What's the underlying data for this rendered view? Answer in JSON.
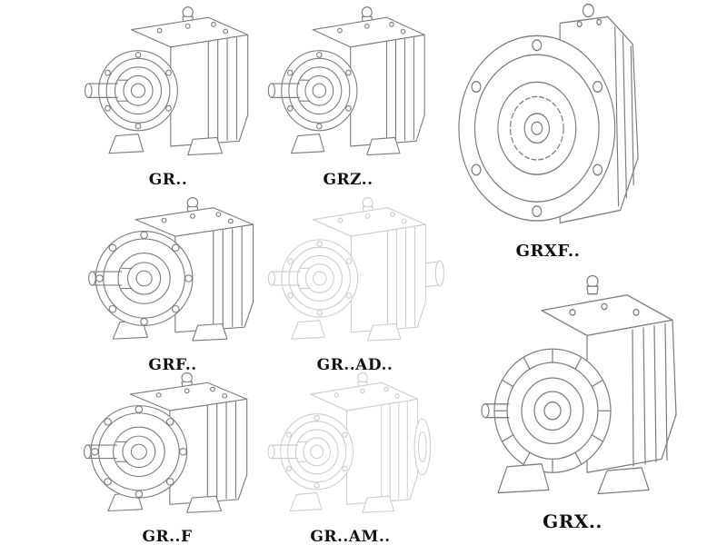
{
  "page": {
    "background_color": "#ffffff",
    "line_color": "#7d7d7d",
    "label_color": "#111111"
  },
  "items": [
    {
      "id": "gr",
      "label": "GR..",
      "variant": "solid",
      "mount": "foot-mounted helical gear unit"
    },
    {
      "id": "grz",
      "label": "GRZ..",
      "variant": "solid",
      "mount": "foot-mounted helical gear unit"
    },
    {
      "id": "grxf",
      "label": "GRXF..",
      "variant": "solid",
      "mount": "flange-mounted helical gear unit"
    },
    {
      "id": "grf",
      "label": "GRF..",
      "variant": "solid",
      "mount": "flange helical gear unit"
    },
    {
      "id": "gr-ad",
      "label": "GR..AD..",
      "variant": "ghost",
      "mount": "gear unit with input adapter"
    },
    {
      "id": "gr-f",
      "label": "GR..F",
      "variant": "solid",
      "mount": "foot/flange helical gear unit"
    },
    {
      "id": "gr-am",
      "label": "GR..AM..",
      "variant": "ghost",
      "mount": "gear unit with motor adapter"
    },
    {
      "id": "grx",
      "label": "GRX..",
      "variant": "solid",
      "mount": "foot-mounted helical gear unit"
    }
  ]
}
